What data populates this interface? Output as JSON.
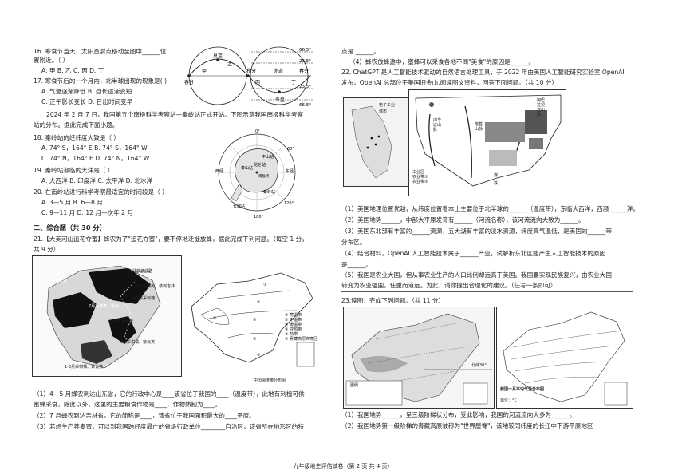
{
  "left": {
    "q16": [
      "16. 寒食节当天，太阳直射点移动至图中______位",
      "置附近。（    ）",
      "A. 甲        B. 乙        C. 丙        D. 丁"
    ],
    "q17": [
      "17. 寒食节后的一个月内，北半球出现的现象是(      )",
      "A. 气温逐渐降低        B. 昼长逐渐变短",
      "C. 正午影长变长        D. 日出时间变早"
    ],
    "intro": [
      "2024 年 2 月 7 日，我国第五个南极科学考察站—秦岭站正式开站。下图示意我国南极科学考察",
      "站的分布。据此完成下面小题。"
    ],
    "q18": [
      "18. 秦岭站的经纬度大致是（    ）",
      "A. 74° S，164° E     B. 74° S，164° W",
      "C. 74° N，164° E     D. 74° N，164° W"
    ],
    "q19": [
      "19. 秦岭站濒临的大洋是（    ）",
      "A. 大西洋  B. 印度洋   C. 太平洋   D. 北冰洋"
    ],
    "q20": [
      "20. 在南岭站进行科学考察最适宜的时间段是（    ）",
      "A. 3—5 月          B. 6—8 月",
      "C. 9—11 月         D. 12 月—次年 2 月"
    ],
    "section2": "二、综合题（共 30 分）",
    "q21": [
      "21.【大美河山追花夺蜜】蜂农为了\"追花夺蜜\"，要不停地迁徙放蜂，据此完成下列问题。（每空 1 分，",
      "共 9 分）"
    ],
    "q21_sub": [
      "（1）4—5 月蜂农到达山东省，它的行政中心是____该省位于我国的____（温度带），此地有刺槐可供",
      "蜜蜂采食，除此以外，这里的主要粮食作物是____，作物熟制为____。",
      "（2）7 月蜂农到达吉林省，它的简称是____，该省位于我国面积最大的____平原。",
      "（3）若想生产养麦蜜，可以到我国跨经度最广的省级行政单位________自治区，该省所在地形区的特"
    ]
  },
  "right": {
    "top": [
      "点是 ______。",
      "（4）蜂农放蜂途中，蜜蜂可以采食各地不同\"美食\"的原因是______。"
    ],
    "q22": [
      "22. ChatGPT 是人工智能技术驱动的自然语言处理工具，于 2022 年由美国人工智能研究实验室 OpenAI",
      "发布，OpenAI 总部位于美国旧金山,阅读图文资料，回答下面问题。（共 10 分）"
    ],
    "q22_sub": [
      "（1）美国地理位置优越，从纬度位置看本土主要位于北半球的______（温度带），东临大西洋，西濒______洋。",
      "（2）美国地势______，中部大平原发育有______（河流名称），该河流流向大致为______。",
      "（3）美国东北部有丰富的______资源，五大湖有丰富的淡水资源，纬度高气温低，是美国的______带",
      "分布区。",
      "（4）结合材料，OpenAI 人工智能技术属于______产业，试解析东北区能产生人工智能技术的原因",
      "是______。",
      "（5）我国是农业大国，但从事农业生产的人口比例却远高于美国。我国要实现民族复兴，由农业大国",
      "转变为农业强国，任重而道远。为此，请你提出合理化的建议。（任写一条即可）"
    ],
    "q23": "23.读图，完成下列问题。（共 11 分）",
    "q23_sub": [
      "（1）我国地势______，呈三级阶梯状分布，受此影响，我国的河流流向大多为______。",
      "（2）我国地势第一级阶梯的青藏高原被称为\"世界屋脊\"，该地较同纬度的长江中下游平原地区"
    ]
  },
  "seasons_diagram": {
    "labels": [
      "夏至",
      "春分",
      "秋分",
      "冬至",
      "赤道",
      "春分",
      "甲",
      "乙",
      "丙",
      "丁"
    ],
    "lat": [
      "66.5°",
      "23.5°",
      "23.5°",
      "66.5°"
    ]
  },
  "antarctic_map": {
    "labels": [
      "中山站",
      "昆仑站",
      "泰山站",
      "长城站",
      "秦岭站",
      "南极点",
      "东经",
      "西经"
    ],
    "meridians": [
      "0°",
      "60°",
      "120°",
      "180°"
    ]
  },
  "bee_map": {
    "legend_title": "东线放蜂线路",
    "notes": [
      "4-5月采刺槐",
      "7月采椴树，移到吉林",
      "4-5月采油菜",
      "3月采柑橘、紫云英",
      "1-3月采柑橘、紫云英",
      "6-8月采荞麦",
      "7月采荞麦、椴树"
    ]
  },
  "climate_map": {
    "title": "中国温度带分布图",
    "legend": [
      "① 寒温带",
      "② 中温带",
      "③ 暖温带",
      "④ 亚热带",
      "⑤ 热带",
      "⑥ 青藏高原高寒区"
    ],
    "legend_nums": [
      "①",
      "②",
      "③",
      "④",
      "⑤",
      "⑥"
    ]
  },
  "usa_map": {
    "labels": [
      "内华达山脉",
      "落基山脉",
      "阿巴拉契亚山脉"
    ],
    "legend": [
      "工业区",
      "农业带①",
      "农业带②",
      "煤",
      "铁"
    ],
    "inset_legend": [
      "电子工业",
      "城市"
    ]
  },
  "china_terrain_map": {
    "labels": [
      "北纬30°"
    ],
    "notes": [
      "图例"
    ]
  },
  "china_temp_map": {
    "title": "我国一月平均气温分布图",
    "unit": "单位：°C"
  },
  "footer": "九年级地生评估试卷（第 2 页  共 4 页）"
}
